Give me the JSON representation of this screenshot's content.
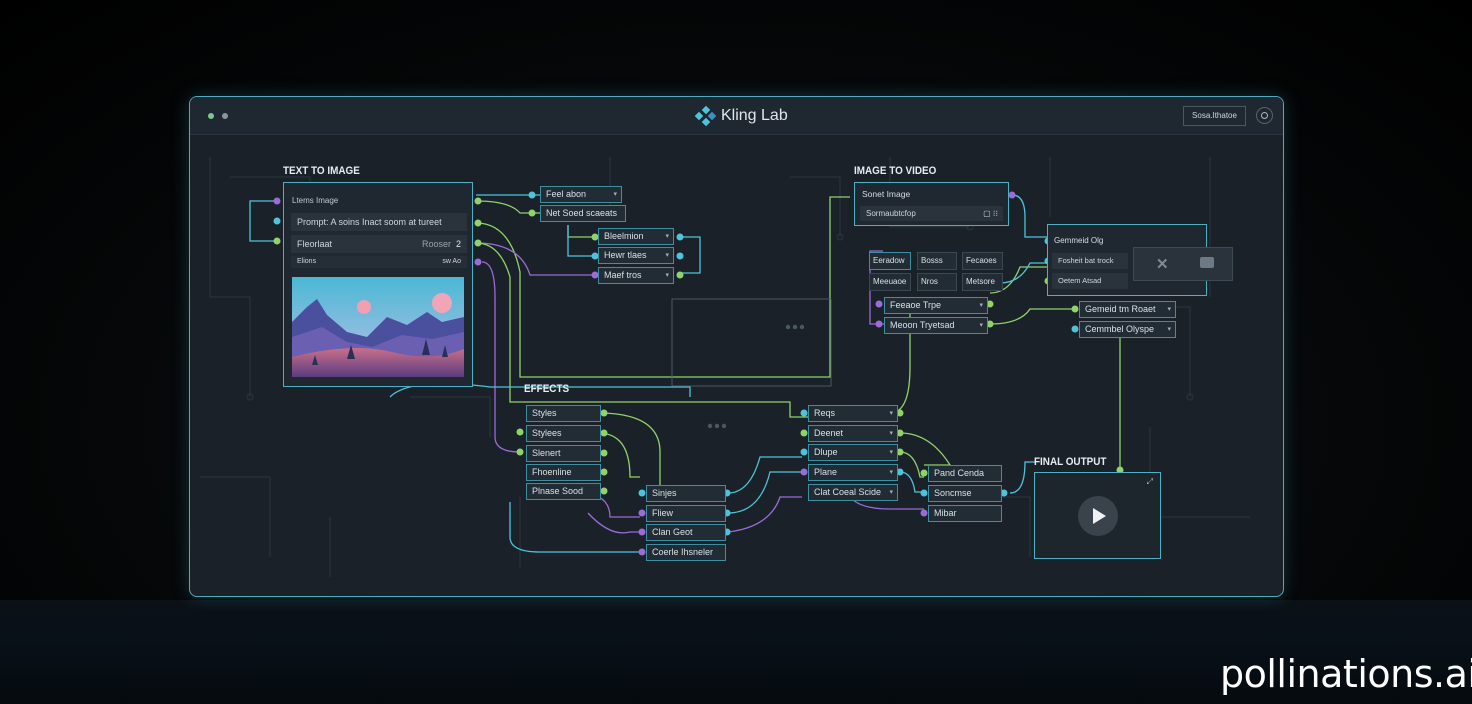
{
  "app": {
    "title": "Kling Lab",
    "header_button": "Sosa.Ithatoe",
    "settings_icon": "circle-icon"
  },
  "colors": {
    "accent": "#4fb0c4",
    "green": "#8fd36a",
    "cyan": "#4fc3dc",
    "purple": "#9b6bd8"
  },
  "text_to_image": {
    "label": "TEXT TO IMAGE",
    "title": "Ltems Image",
    "prompt": "Prompt:  A soins Inact soom at tureet",
    "setting": "Fleorlaat",
    "setting_key": "Rooser",
    "setting_value": "2",
    "extra": "Elions",
    "extra_value": "sw Ao"
  },
  "side_nodes": [
    "Feel abon",
    "Net Soed scaeats",
    "Bleelmion",
    "Hewr tlaes",
    "Maef tros"
  ],
  "image_to_video": {
    "label": "IMAGE TO VIDEO",
    "source": "Sonet Image",
    "sub": "Sormaubtcfop",
    "grid": [
      "Eeradow",
      "Bosss",
      "Fecaoes",
      "Meeuaoe",
      "Nros",
      "Metsore"
    ],
    "dropdowns": [
      "Feeaoe Trpe",
      "Meoon Tryetsad"
    ]
  },
  "generated_clip": {
    "title": "Gemmeid Olg",
    "rows": [
      "Fosheit bat trock",
      "Oetem Atsad"
    ],
    "dropdowns": [
      "Gemeid tm Roaet",
      "Cemmbel Olyspe"
    ]
  },
  "effects": {
    "label": "EFFECTS",
    "col1": [
      "Styles",
      "Stylees",
      "Slenert",
      "Fhoenline",
      "Plnase Sood"
    ],
    "col2": [
      "Sinjes",
      "Fliew",
      "Clan Geot",
      "Coerle Ihsneler"
    ],
    "col3": [
      "Reqs",
      "Deenet",
      "Dlupe",
      "Plane",
      "Clat Coeal Scide"
    ],
    "col4": [
      "Pand Cenda",
      "Soncmse",
      "Mibar"
    ]
  },
  "final_output": {
    "label": "FINAL OUTPUT"
  },
  "watermark": "pollinations.ai"
}
